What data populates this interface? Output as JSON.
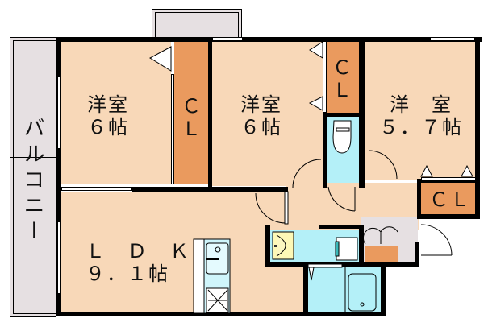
{
  "floor_plan": {
    "balcony": {
      "label": "バルコニー"
    },
    "rooms": [
      {
        "id": "bedroom-1",
        "type": "洋室",
        "size": "6帖",
        "label": "洋室\n６帖"
      },
      {
        "id": "bedroom-2",
        "type": "洋室",
        "size": "6帖",
        "label": "洋室\n６帖"
      },
      {
        "id": "bedroom-3",
        "type": "洋室",
        "size": "5.7帖",
        "label": "洋　室\n５．７帖"
      },
      {
        "id": "ldk",
        "type": "LDK",
        "size": "9.1帖",
        "label": "Ｌ　Ｄ　Ｋ\n９．１帖"
      }
    ],
    "closets": [
      {
        "id": "closet-1",
        "label": "Ｃ\nＬ"
      },
      {
        "id": "closet-2",
        "label": "Ｃ\nＬ"
      },
      {
        "id": "closet-3",
        "label": "ＣＬ"
      }
    ],
    "colors": {
      "room": "#f8d8b8",
      "closet": "#ea9a5e",
      "wet_area": "#b4f0f8",
      "balcony": "#e6e0e2",
      "wall": "#000000"
    }
  }
}
